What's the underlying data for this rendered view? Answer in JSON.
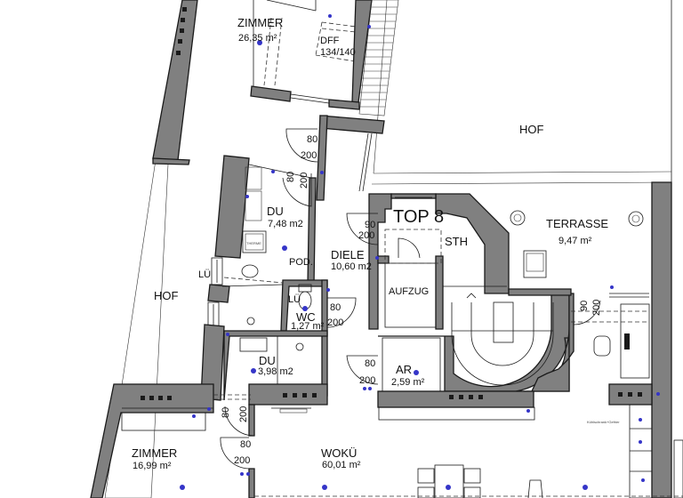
{
  "plan": {
    "unit_label": "TOP 8",
    "stair_label": "STH",
    "elevator_label": "AUFZUG",
    "rooms": [
      {
        "name": "ZIMMER",
        "area": "26,35 m²"
      },
      {
        "name": "DU",
        "area": "7,48 m2"
      },
      {
        "name": "DIELE",
        "area": "10,60 m2"
      },
      {
        "name": "WC",
        "area": "1,27 m²"
      },
      {
        "name": "DU",
        "area": "3,98 m2"
      },
      {
        "name": "AR",
        "area": "2,59 m²"
      },
      {
        "name": "TERRASSE",
        "area": "9,47 m²"
      },
      {
        "name": "ZIMMER",
        "area": "16,99 m²"
      },
      {
        "name": "WOKÜ",
        "area": "60,01 m²"
      }
    ],
    "courtyards": [
      {
        "name": "HOF"
      },
      {
        "name": "HOF"
      }
    ],
    "window_label": {
      "name": "DFF",
      "size": "134/140"
    },
    "fixtures": {
      "boiler": "THERME",
      "pedestal": "POD.",
      "vent_1": "LÜ",
      "vent_2": "LÜ",
      "fridge": "Kühlschrank+Gefrier"
    },
    "doors": [
      {
        "width": "80",
        "height": "200"
      },
      {
        "width": "80",
        "height": "200"
      },
      {
        "width": "90",
        "height": "200"
      },
      {
        "width": "80",
        "height": "200"
      },
      {
        "width": "80",
        "height": "200"
      },
      {
        "width": "80",
        "height": "200"
      },
      {
        "width": "80",
        "height": "200"
      },
      {
        "width": "80",
        "height": "200"
      },
      {
        "width": "90",
        "height": "200"
      }
    ],
    "colors": {
      "wall": "#808080",
      "outline": "#1a1a1a",
      "electrical": "#3535c8"
    }
  }
}
